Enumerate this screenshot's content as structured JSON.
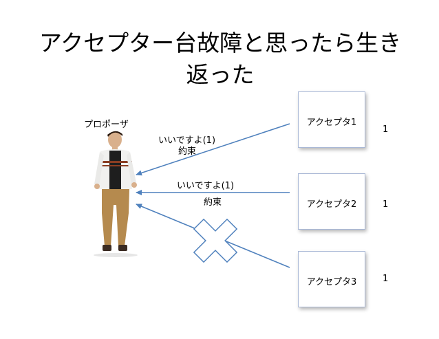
{
  "slide": {
    "title_line1": "アクセプター台故障と思ったら生き",
    "title_line2": "返った"
  },
  "proposer": {
    "label": "プロポーザ"
  },
  "acceptors": [
    {
      "name": "アクセプタ1",
      "value": "1"
    },
    {
      "name": "アクセプタ2",
      "value": "1"
    },
    {
      "name": "アクセプタ3",
      "value": "1"
    }
  ],
  "messages": [
    {
      "line1": "いいですよ(1)",
      "line2": "約束"
    },
    {
      "line1": "いいですよ(1)",
      "line2": "約束"
    }
  ],
  "colors": {
    "arrow": "#4f81bd",
    "cross_fill": "#ffffff",
    "cross_stroke": "#4f81bd"
  }
}
